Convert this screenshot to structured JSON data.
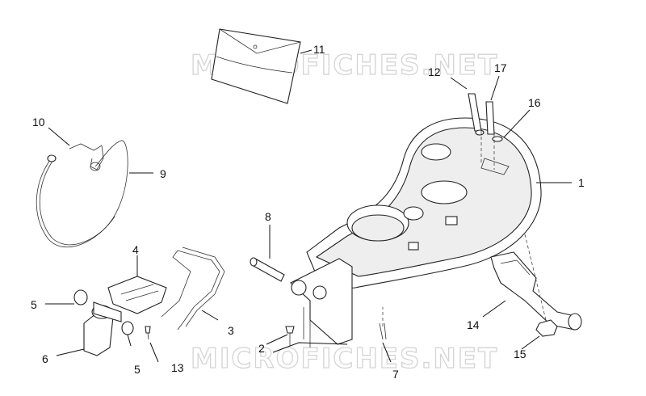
{
  "watermark": {
    "top": "MICROFICHES.NET",
    "bottom": "MICROFICHES.NET"
  },
  "callouts": [
    {
      "id": "callout-1",
      "label": "1"
    },
    {
      "id": "callout-2",
      "label": "2"
    },
    {
      "id": "callout-3",
      "label": "3"
    },
    {
      "id": "callout-4",
      "label": "4"
    },
    {
      "id": "callout-5a",
      "label": "5"
    },
    {
      "id": "callout-5b",
      "label": "5"
    },
    {
      "id": "callout-6",
      "label": "6"
    },
    {
      "id": "callout-7",
      "label": "7"
    },
    {
      "id": "callout-8",
      "label": "8"
    },
    {
      "id": "callout-9",
      "label": "9"
    },
    {
      "id": "callout-10",
      "label": "10"
    },
    {
      "id": "callout-11",
      "label": "11"
    },
    {
      "id": "callout-12",
      "label": "12"
    },
    {
      "id": "callout-13",
      "label": "13"
    },
    {
      "id": "callout-14",
      "label": "14"
    },
    {
      "id": "callout-15",
      "label": "15"
    },
    {
      "id": "callout-16",
      "label": "16"
    },
    {
      "id": "callout-17",
      "label": "17"
    }
  ]
}
